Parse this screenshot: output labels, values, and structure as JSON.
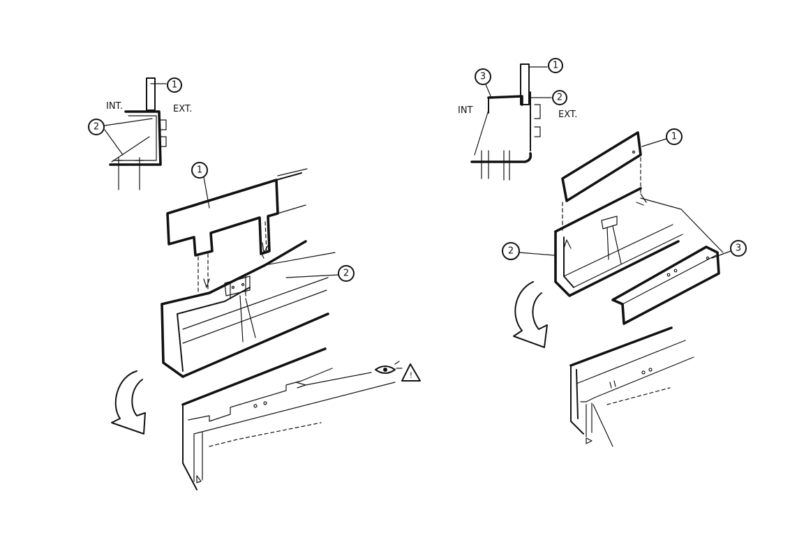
{
  "left_detail": {
    "label_int": "INT.",
    "label_ext": "EXT.",
    "callouts": [
      "1",
      "2"
    ]
  },
  "left_axonometric": {
    "callouts": [
      "1",
      "2"
    ],
    "warning_symbol": "!"
  },
  "right_detail": {
    "label_int": "INT",
    "label_ext": "EXT.",
    "callouts": [
      "3",
      "1",
      "2"
    ]
  },
  "right_axonometric": {
    "callouts": [
      "1",
      "2",
      "3"
    ]
  },
  "icons": [
    "eye-icon",
    "warning-triangle-icon",
    "rotation-arrow-icon"
  ]
}
